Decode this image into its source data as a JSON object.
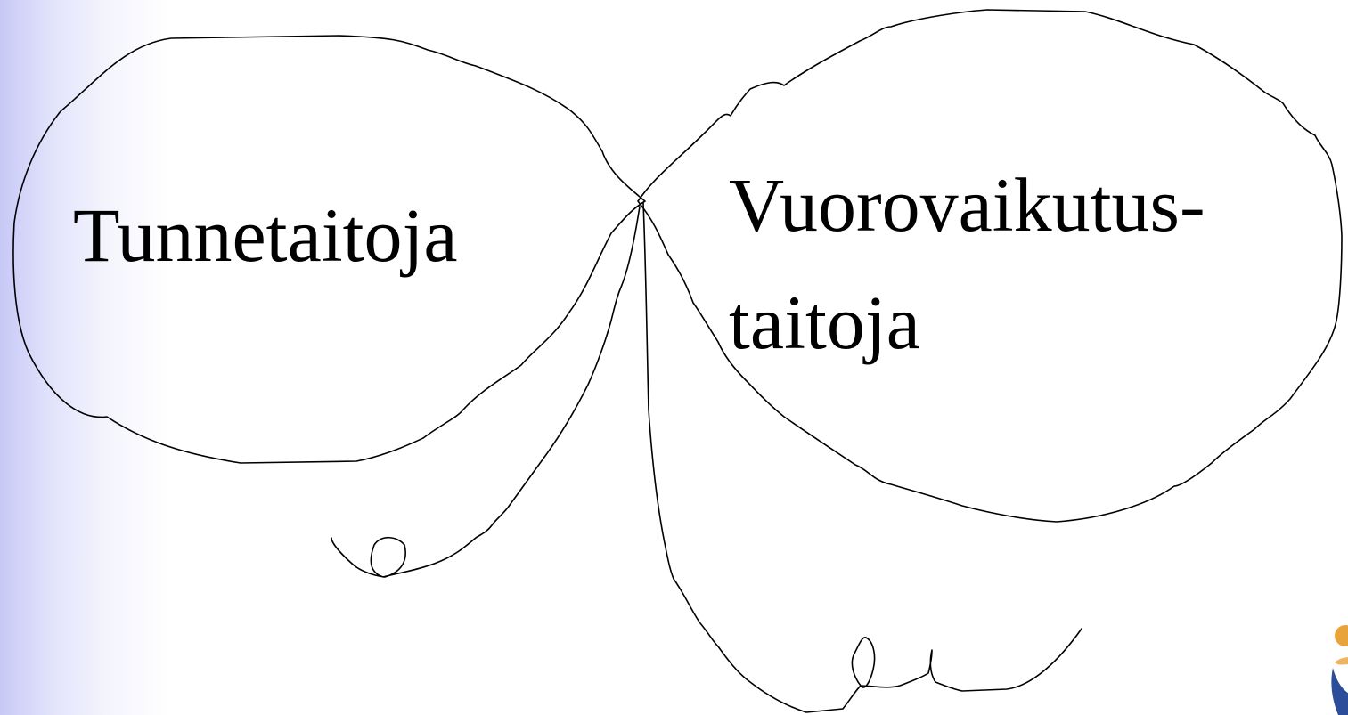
{
  "slide": {
    "background_accent": "#c7c9f6",
    "left_bubble": {
      "label": "Tunnetaitoja"
    },
    "right_bubble": {
      "label_line1": "Vuorovaikutus-",
      "label_line2": "taitoja"
    },
    "logo": {
      "icon": "sun-logo-icon",
      "colors": [
        "#e8a33a",
        "#2b4d9a"
      ]
    }
  }
}
